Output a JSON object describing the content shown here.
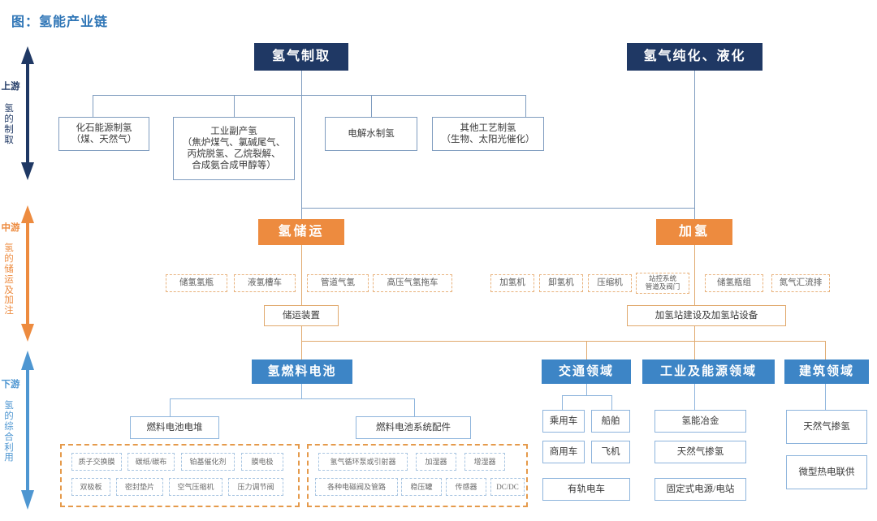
{
  "title": "图：氢能产业链",
  "colors": {
    "title": "#2E75B6",
    "upstream_navy": "#1F3864",
    "midstream_orange": "#ED8B3F",
    "downstream_blue": "#3D85C6",
    "connector_navy": "#7F9CBF",
    "connector_orange": "#E0A96D",
    "connector_blue": "#8DB4DC",
    "dashed_group": "#E59A4B"
  },
  "stages": [
    {
      "id": "upstream",
      "name": "上游",
      "desc": "氢的制取",
      "color": "#1F3864"
    },
    {
      "id": "midstream",
      "name": "中游",
      "desc": "氢的储运及加注",
      "color": "#ED8B3F"
    },
    {
      "id": "downstream",
      "name": "下游",
      "desc": "氢的综合利用",
      "color": "#3D85C6"
    }
  ],
  "upstream": {
    "header_left": "氢气制取",
    "header_right": "氢气纯化、液化",
    "methods": [
      {
        "label": "化石能源制氢\n（煤、天然气）"
      },
      {
        "label": "工业副产氢\n（焦炉煤气、氯碱尾气、\n丙烷脱氢、乙烷裂解、\n合成氨合成甲醇等）"
      },
      {
        "label": "电解水制氢"
      },
      {
        "label": "其他工艺制氢\n（生物、太阳光催化）"
      }
    ]
  },
  "midstream": {
    "storage": {
      "header": "氢储运",
      "chips": [
        "储氢氢瓶",
        "液氢槽车",
        "管道气氢",
        "高压气氢拖车"
      ],
      "summary": "储运装置"
    },
    "refueling": {
      "header": "加氢",
      "chips": [
        "加氢机",
        "卸氢机",
        "压缩机",
        "站控系统\n管道及阀门",
        "储氢瓶组",
        "氮气汇流排"
      ],
      "summary": "加氢站建设及加氢站设备"
    }
  },
  "downstream": {
    "fuel_cell": {
      "header": "氢燃料电池",
      "branches": [
        {
          "label": "燃料电池电堆",
          "parts": [
            [
              "质子交换膜",
              "碳纸/碳布",
              "铂基催化剂",
              "膜电极"
            ],
            [
              "双极板",
              "密封垫片",
              "空气压缩机",
              "压力调节阀"
            ]
          ]
        },
        {
          "label": "燃料电池系统配件",
          "parts": [
            [
              "氢气循环泵或引射器",
              "加湿器",
              "增湿器"
            ],
            [
              "各种电磁阀及管路",
              "稳压罐",
              "传感器",
              "DC/DC"
            ]
          ]
        }
      ]
    },
    "domains": [
      {
        "header": "交通领域",
        "items": [
          "乘用车",
          "船舶",
          "商用车",
          "飞机",
          "有轨电车"
        ]
      },
      {
        "header": "工业及能源领域",
        "items": [
          "氢能冶金",
          "天然气掺氢",
          "固定式电源/电站"
        ]
      },
      {
        "header": "建筑领域",
        "items": [
          "天然气掺氢",
          "微型热电联供"
        ]
      }
    ]
  }
}
